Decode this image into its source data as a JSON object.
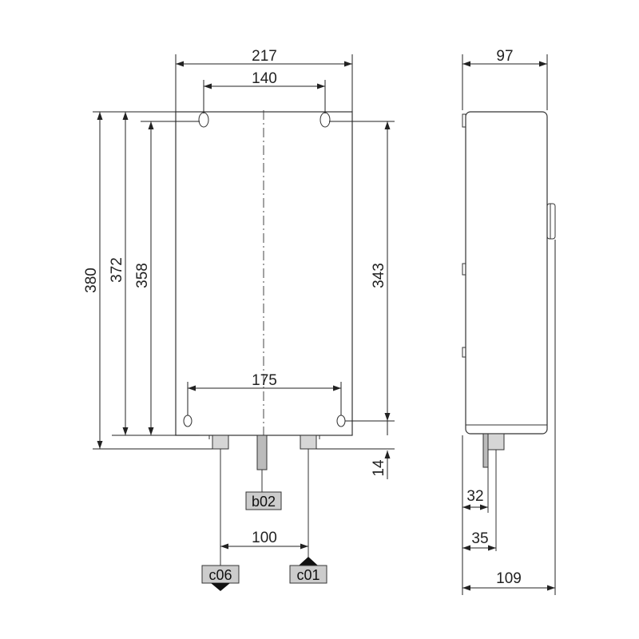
{
  "dimensions": {
    "width_total": "217",
    "hole_spacing_top": "140",
    "height_total": "380",
    "height_372": "372",
    "height_358": "358",
    "hole_to_bottom": "343",
    "hole_spacing_bottom": "175",
    "bottom_offset": "14",
    "pipe_spacing": "100",
    "side_depth": "97",
    "side_depth_total": "109",
    "pipe_offset_32": "32",
    "pipe_offset_35": "35"
  },
  "connections": {
    "b02": "b02",
    "c06": "c06",
    "c01": "c01"
  },
  "colors": {
    "line": "#222222",
    "label_fill": "#cccccc",
    "pipe_fill": "#bbbbbb"
  }
}
